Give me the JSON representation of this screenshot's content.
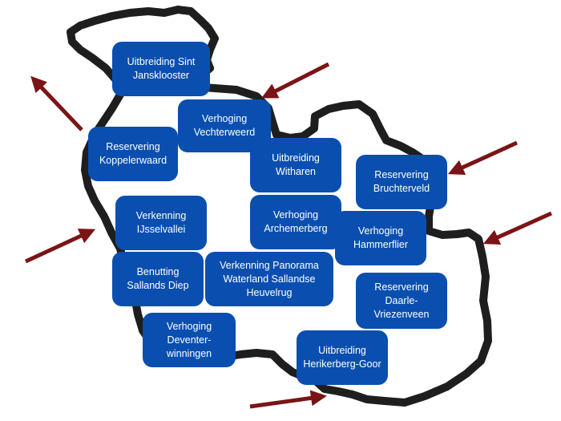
{
  "colors": {
    "outline": "#1e1e1e",
    "box_fill": "#0a4fb0",
    "box_text": "#ffffff",
    "arrow": "#7b1416",
    "background": "#ffffff"
  },
  "boxes": [
    {
      "id": "sint-jansklooster",
      "label": "Uitbreiding Sint\nJansklooster"
    },
    {
      "id": "vechterweerd",
      "label": "Verhoging\nVechterweerd"
    },
    {
      "id": "koppelerwaard",
      "label": "Reservering\nKoppelerwaard"
    },
    {
      "id": "witharen",
      "label": "Uitbreiding\nWitharen"
    },
    {
      "id": "bruchterveld",
      "label": "Reservering\nBruchterveld"
    },
    {
      "id": "ijsselvallei",
      "label": "Verkenning\nIJsselvallei"
    },
    {
      "id": "archemerberg",
      "label": "Verhoging\nArchemerberg"
    },
    {
      "id": "hammerflier",
      "label": "Verhoging\nHammerflier"
    },
    {
      "id": "sallands-diep",
      "label": "Benutting\nSallands Diep"
    },
    {
      "id": "panorama",
      "label": "Verkenning Panorama\nWaterland Sallandse\nHeuvelrug"
    },
    {
      "id": "daarle",
      "label": "Reservering\nDaarle-\nVriezenveen"
    },
    {
      "id": "deventer",
      "label": "Verhoging\nDeventer-\nwinningen"
    },
    {
      "id": "herikerberg",
      "label": "Uitbreiding\nHerikerberg-Goor"
    }
  ]
}
